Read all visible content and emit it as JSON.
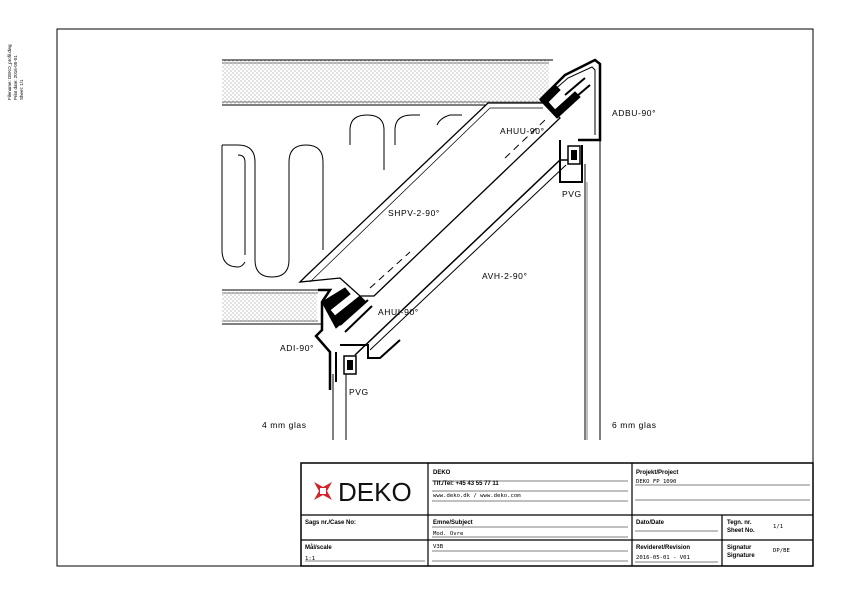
{
  "side_note": [
    "Filename: DEKO_profil.dwg",
    "Print date: 2016-05-01",
    "Sheet: 1/1"
  ],
  "labels": {
    "adbu": "ADBU-90°",
    "ahuu": "AHUU-90°",
    "pvg_top": "PVG",
    "shpv": "SHPV-2-90°",
    "avh": "AVH-2-90°",
    "ahui": "AHUI-90°",
    "adi": "ADI-90°",
    "pvg_bottom": "PVG",
    "glass_left": "4  mm  glas",
    "glass_right": "6  mm  glas"
  },
  "title_block": {
    "logo_text": "DEKO",
    "company": {
      "heading": "DEKO",
      "phone": "Tlf./Tel: +45 43 55 77 11",
      "web": "www.deko.dk / www.deko.com"
    },
    "project": {
      "heading": "Projekt/Project",
      "value": "DEKO FP 1090"
    },
    "case": {
      "heading": "Sags nr./Case No:",
      "value": ""
    },
    "subject": {
      "heading": "Emne/Subject",
      "line1": "Mod. Ovre",
      "line2": "V3B"
    },
    "date": {
      "heading": "Dato/Date",
      "value": ""
    },
    "drawing_no": {
      "heading1": "Tegn. nr.",
      "heading2": "Sheet No.",
      "value": "1/1"
    },
    "scale": {
      "heading": "Mål/scale",
      "value": "1:1"
    },
    "revision": {
      "heading": "Revideret/Revision",
      "value": "2016-05-01 - V01"
    },
    "signature": {
      "heading1": "Signatur",
      "heading2": "Signature",
      "value": "DP/BE"
    }
  }
}
